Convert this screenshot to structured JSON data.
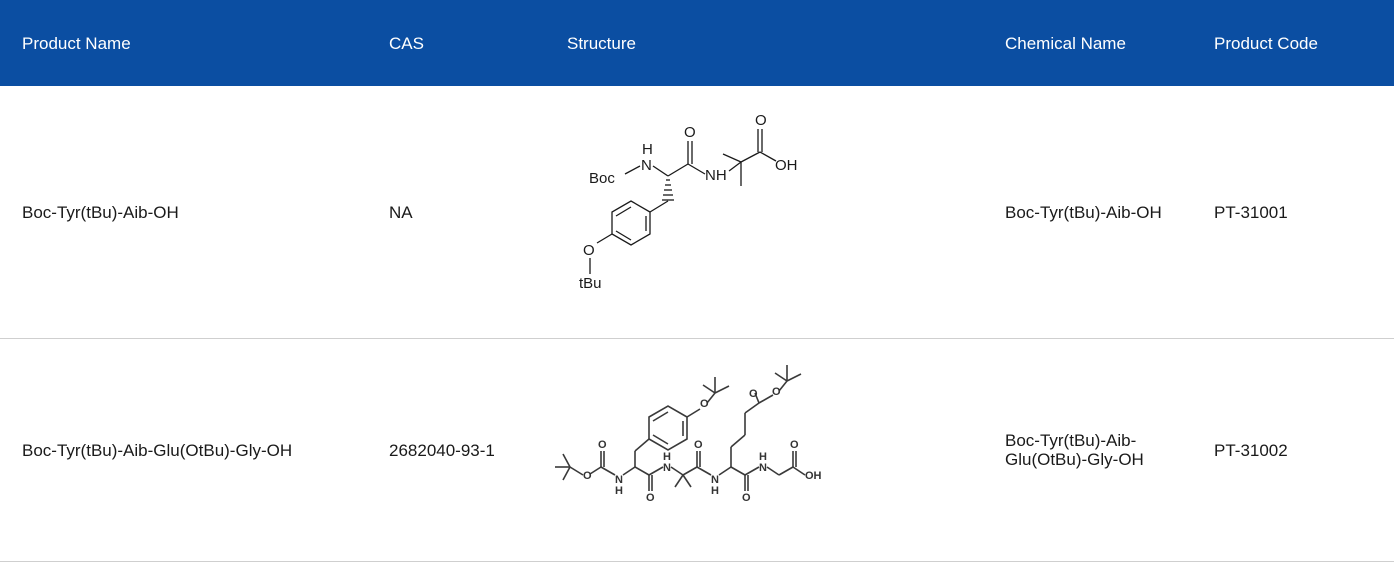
{
  "header": {
    "product_name": "Product Name",
    "cas": "CAS",
    "structure": "Structure",
    "chemical_name": "Chemical Name",
    "product_code": "Product Code"
  },
  "rows": [
    {
      "product_name": "Boc-Tyr(tBu)-Aib-OH",
      "cas": "NA",
      "chemical_name": "Boc-Tyr(tBu)-Aib-OH",
      "product_code": "PT-31001",
      "structure_labels": {
        "boc": "Boc",
        "n": "N",
        "h": "H",
        "o_amide": "O",
        "nh": "NH",
        "o_acid": "O",
        "oh": "OH",
        "o_ether": "O",
        "tbu": "tBu"
      }
    },
    {
      "product_name": "Boc-Tyr(tBu)-Aib-Glu(OtBu)-Gly-OH",
      "cas": "2682040-93-1",
      "chemical_name": "Boc-Tyr(tBu)-Aib-Glu(OtBu)-Gly-OH",
      "product_code": "PT-31002",
      "structure_labels": {
        "o": "O",
        "h": "H",
        "n": "N",
        "oh": "OH"
      }
    }
  ],
  "colors": {
    "header_bg": "#0b4ea2",
    "header_text": "#ffffff",
    "divider": "#cfcfcf"
  }
}
